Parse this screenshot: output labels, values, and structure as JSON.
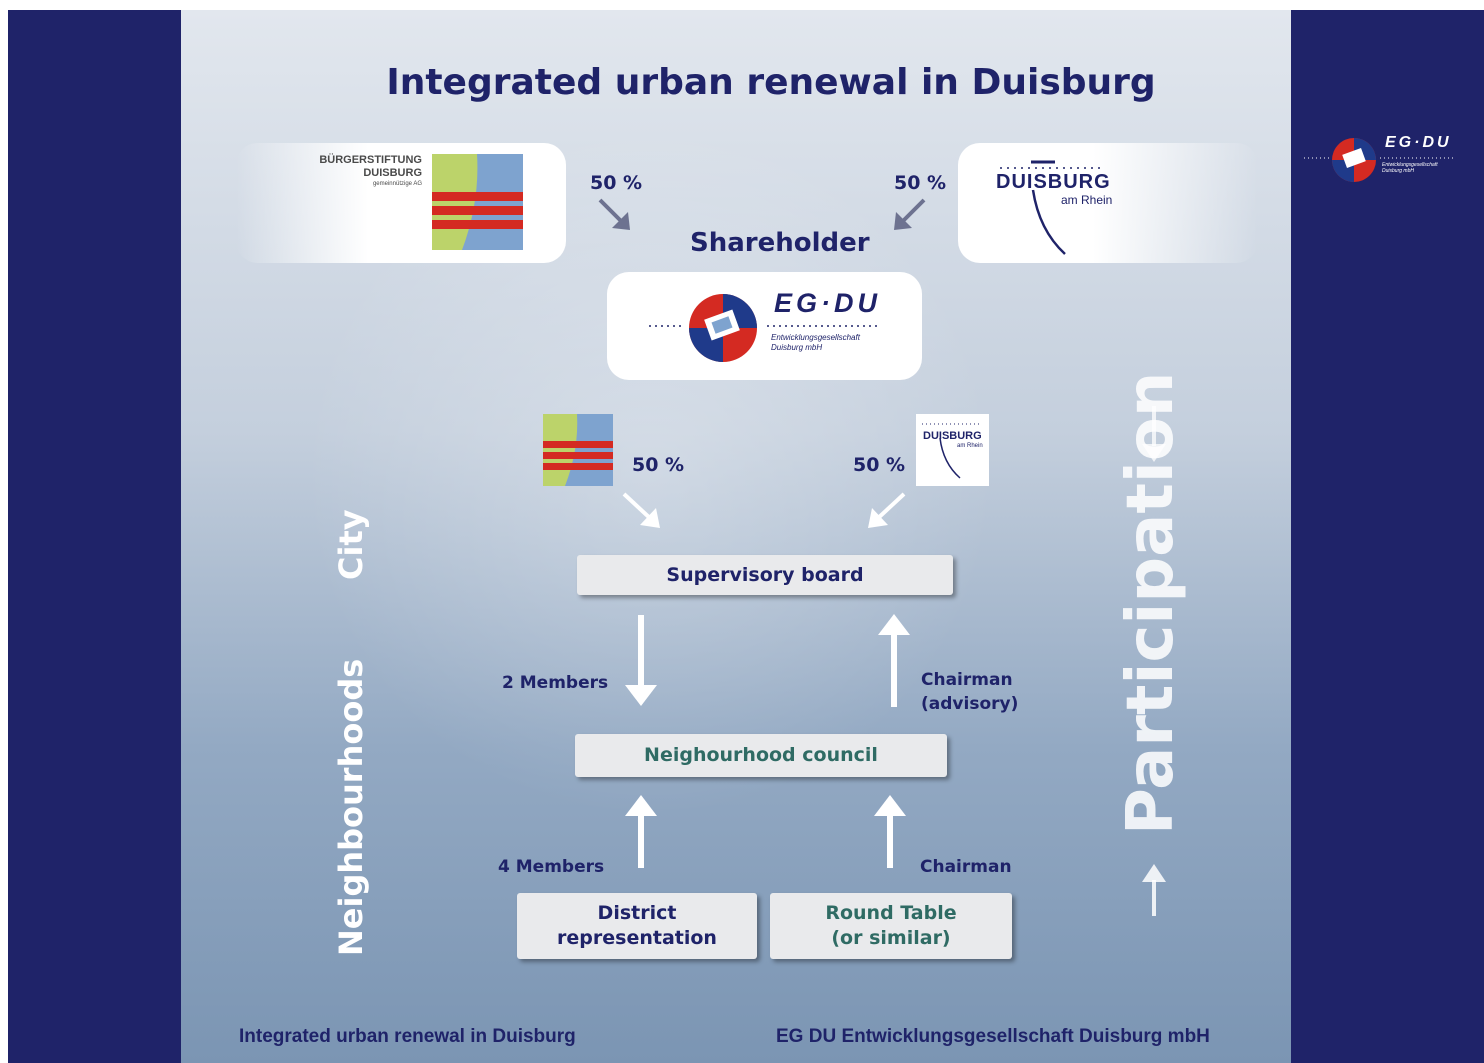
{
  "title": "Integrated urban renewal in Duisburg",
  "shareholder_label": "Shareholder",
  "percent_top_left": "50 %",
  "percent_top_right": "50 %",
  "percent_mid_left": "50 %",
  "percent_mid_right": "50 %",
  "buergerstiftung_logo": {
    "line1": "BÜRGERSTIFTUNG",
    "line2": "DUISBURG",
    "line3": "gemeinnützige AG"
  },
  "duisburg_logo": {
    "name": "DUISBURG",
    "sub": "am Rhein"
  },
  "egdu_logo": {
    "name": "EG·DU",
    "sub1": "Entwicklungsgesellschaft",
    "sub2": "Duisburg mbH"
  },
  "boxes": {
    "supervisory": "Supervisory board",
    "council": "Neighourhood council",
    "district": "District representation",
    "round_table_1": "Round Table",
    "round_table_2": "(or similar)"
  },
  "labels": {
    "two_members": "2 Members",
    "chairman_advisory_1": "Chairman",
    "chairman_advisory_2": "(advisory)",
    "four_members": "4 Members",
    "chairman": "Chairman"
  },
  "side_labels": {
    "city": "City",
    "neighbourhoods": "Neighbourhoods",
    "participation": "Participation"
  },
  "footer": {
    "left": "Integrated urban renewal in Duisburg",
    "right": "EG DU Entwicklungsgesellschaft Duisburg mbH"
  },
  "colors": {
    "navy": "#1f2369",
    "teal": "#2f6b64",
    "red": "#d42a22",
    "green": "#bcd36a",
    "blue": "#7ea3cf"
  }
}
